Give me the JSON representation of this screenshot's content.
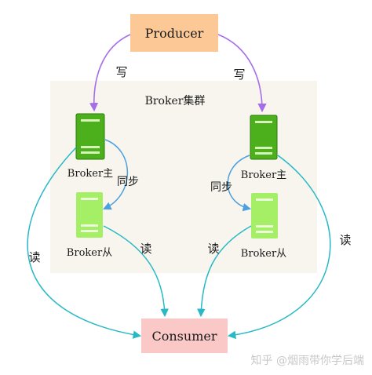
{
  "diagram": {
    "producer_label": "Producer",
    "consumer_label": "Consumer",
    "cluster_label": "Broker集群",
    "write_label_left": "写",
    "write_label_right": "写",
    "broker_main_left_label": "Broker主",
    "broker_main_right_label": "Broker主",
    "broker_slave_left_label": "Broker从",
    "broker_slave_right_label": "Broker从",
    "sync_label_left": "同步",
    "sync_label_right": "同步",
    "read_label_outer_left": "读",
    "read_label_inner_left": "读",
    "read_label_inner_right": "读",
    "read_label_outer_right": "读"
  },
  "watermark": "知乎 @烟雨带你学后端",
  "colors": {
    "producer_fill": "#fcc896",
    "consumer_fill": "#fbc8c8",
    "cluster_fill": "#f7f5ee",
    "master_server": "#4caf1c",
    "slave_server": "#a4ef66",
    "write_arrow": "#a66de8",
    "sync_arrow": "#4aa0e0",
    "read_arrow": "#27b9c5"
  }
}
